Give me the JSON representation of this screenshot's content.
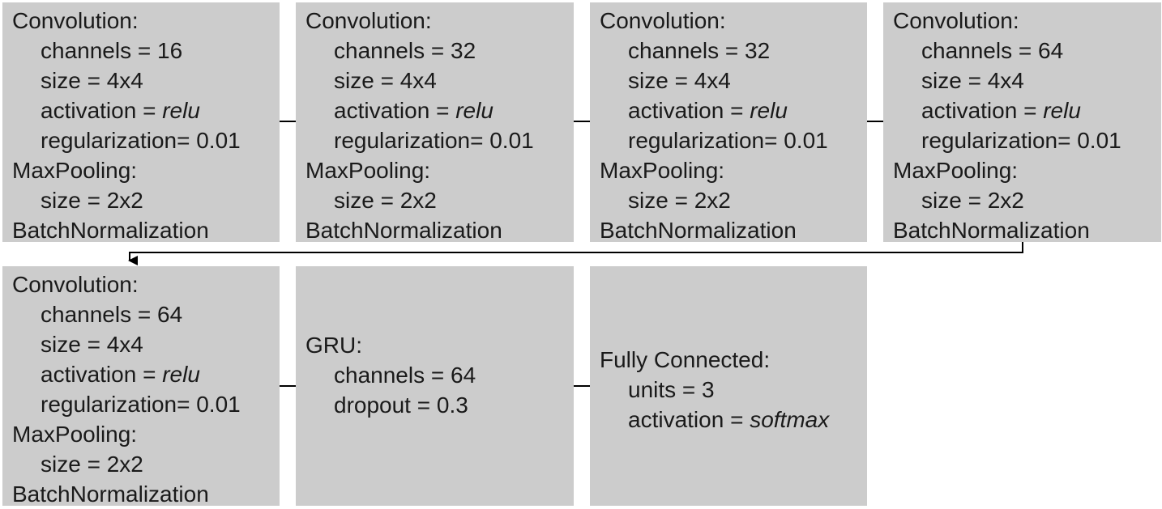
{
  "blocks": [
    {
      "lines": [
        {
          "text": "Convolution:",
          "indent": false
        },
        {
          "text": "channels = 16",
          "indent": true
        },
        {
          "text": "size = 4x4",
          "indent": true
        },
        {
          "text": "activation = ",
          "em": "relu",
          "indent": true
        },
        {
          "text": "regularization= 0.01",
          "indent": true
        },
        {
          "text": "MaxPooling:",
          "indent": false
        },
        {
          "text": "size = 2x2",
          "indent": true
        },
        {
          "text": "BatchNormalization",
          "indent": false
        }
      ]
    },
    {
      "lines": [
        {
          "text": "Convolution:",
          "indent": false
        },
        {
          "text": "channels = 32",
          "indent": true
        },
        {
          "text": "size = 4x4",
          "indent": true
        },
        {
          "text": "activation = ",
          "em": "relu",
          "indent": true
        },
        {
          "text": "regularization= 0.01",
          "indent": true
        },
        {
          "text": "MaxPooling:",
          "indent": false
        },
        {
          "text": "size = 2x2",
          "indent": true
        },
        {
          "text": "BatchNormalization",
          "indent": false
        }
      ]
    },
    {
      "lines": [
        {
          "text": "Convolution:",
          "indent": false
        },
        {
          "text": "channels = 32",
          "indent": true
        },
        {
          "text": "size = 4x4",
          "indent": true
        },
        {
          "text": "activation = ",
          "em": "relu",
          "indent": true
        },
        {
          "text": "regularization= 0.01",
          "indent": true
        },
        {
          "text": "MaxPooling:",
          "indent": false
        },
        {
          "text": "size = 2x2",
          "indent": true
        },
        {
          "text": "BatchNormalization",
          "indent": false
        }
      ]
    },
    {
      "lines": [
        {
          "text": "Convolution:",
          "indent": false
        },
        {
          "text": "channels = 64",
          "indent": true
        },
        {
          "text": "size = 4x4",
          "indent": true
        },
        {
          "text": "activation = ",
          "em": "relu",
          "indent": true
        },
        {
          "text": "regularization= 0.01",
          "indent": true
        },
        {
          "text": "MaxPooling:",
          "indent": false
        },
        {
          "text": "size = 2x2",
          "indent": true
        },
        {
          "text": "BatchNormalization",
          "indent": false
        }
      ]
    },
    {
      "lines": [
        {
          "text": "Convolution:",
          "indent": false
        },
        {
          "text": "channels = 64",
          "indent": true
        },
        {
          "text": "size = 4x4",
          "indent": true
        },
        {
          "text": "activation = ",
          "em": "relu",
          "indent": true
        },
        {
          "text": "regularization= 0.01",
          "indent": true
        },
        {
          "text": "MaxPooling:",
          "indent": false
        },
        {
          "text": "size = 2x2",
          "indent": true
        },
        {
          "text": "BatchNormalization",
          "indent": false
        }
      ]
    },
    {
      "lines": [
        {
          "text": "GRU:",
          "indent": false
        },
        {
          "text": "channels = 64",
          "indent": true
        },
        {
          "text": "dropout = 0.3",
          "indent": true
        }
      ]
    },
    {
      "lines": [
        {
          "text": "Fully Connected:",
          "indent": false
        },
        {
          "text": "units = 3",
          "indent": true
        },
        {
          "text": "activation = ",
          "em": "softmax",
          "indent": true
        }
      ]
    }
  ],
  "colors": {
    "block_fill": "#cccccc",
    "text": "#1a1a1a",
    "connector": "#000000"
  }
}
